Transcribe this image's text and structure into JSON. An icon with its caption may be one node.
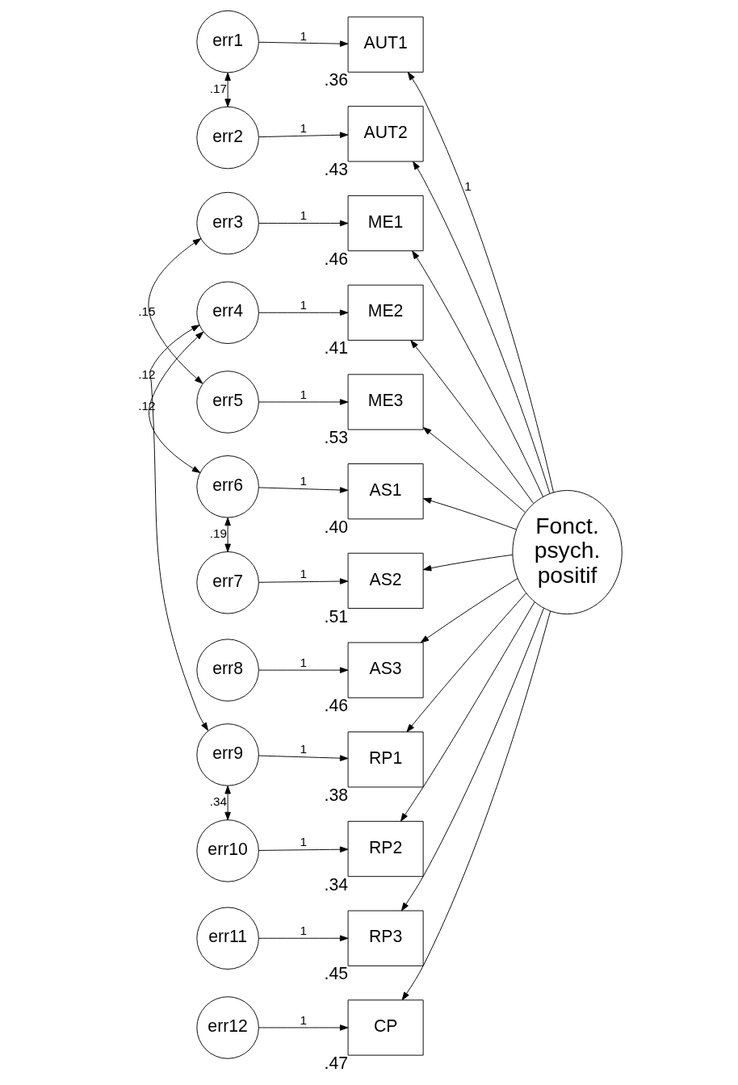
{
  "diagram": {
    "nodes": [
      {
        "text": [
          "err1"
        ]
      },
      {
        "text": [
          "AUT1"
        ],
        "beside": [
          ".36"
        ]
      },
      {
        "text": [
          "err2"
        ]
      },
      {
        "text": [
          "AUT2"
        ],
        "beside": [
          ".43"
        ]
      },
      {
        "text": [
          "err3"
        ]
      },
      {
        "text": [
          "ME1"
        ],
        "beside": [
          ".46"
        ]
      },
      {
        "text": [
          "err4"
        ]
      },
      {
        "text": [
          "ME2"
        ],
        "beside": [
          ".41"
        ]
      },
      {
        "text": [
          "err5"
        ]
      },
      {
        "text": [
          "ME3"
        ],
        "beside": [
          ".53"
        ]
      },
      {
        "text": [
          "err6"
        ]
      },
      {
        "text": [
          "AS1"
        ],
        "beside": [
          ".40"
        ]
      },
      {
        "text": [
          "err7"
        ]
      },
      {
        "text": [
          "AS2"
        ],
        "beside": [
          ".51"
        ]
      },
      {
        "text": [
          "err8"
        ]
      },
      {
        "text": [
          "AS3"
        ],
        "beside": [
          ".46"
        ]
      },
      {
        "text": [
          "err9"
        ]
      },
      {
        "text": [
          "RP1"
        ],
        "beside": [
          ".38"
        ]
      },
      {
        "text": [
          "err10"
        ]
      },
      {
        "text": [
          "RP2"
        ],
        "beside": [
          ".34"
        ]
      },
      {
        "text": [
          "err11"
        ]
      },
      {
        "text": [
          "RP3"
        ],
        "beside": [
          ".45"
        ]
      },
      {
        "text": [
          "err12"
        ]
      },
      {
        "text": [
          "CP"
        ],
        "beside": [
          ".47"
        ]
      },
      {
        "text": [
          "Fonct. psych. positif"
        ]
      }
    ],
    "edges": [
      {
        "from": 0,
        "to": 1,
        "arrow": "to",
        "label": "1"
      },
      {
        "from": 2,
        "to": 3,
        "arrow": "to",
        "label": "1"
      },
      {
        "from": 4,
        "to": 5,
        "arrow": "to",
        "label": "1"
      },
      {
        "from": 6,
        "to": 7,
        "arrow": "to",
        "label": "1"
      },
      {
        "from": 8,
        "to": 9,
        "arrow": "to",
        "label": "1"
      },
      {
        "from": 10,
        "to": 11,
        "arrow": "to",
        "label": "1"
      },
      {
        "from": 12,
        "to": 13,
        "arrow": "to",
        "label": "1"
      },
      {
        "from": 14,
        "to": 15,
        "arrow": "to",
        "label": "1"
      },
      {
        "from": 16,
        "to": 17,
        "arrow": "to",
        "label": "1"
      },
      {
        "from": 18,
        "to": 19,
        "arrow": "to",
        "label": "1"
      },
      {
        "from": 20,
        "to": 21,
        "arrow": "to",
        "label": "1"
      },
      {
        "from": 22,
        "to": 23,
        "arrow": "to",
        "label": "1"
      },
      {
        "from": 24,
        "to": 1,
        "arrow": "to",
        "label": "1"
      },
      {
        "from": 24,
        "to": 3,
        "arrow": "to"
      },
      {
        "from": 24,
        "to": 5,
        "arrow": "to"
      },
      {
        "from": 24,
        "to": 7,
        "arrow": "to"
      },
      {
        "from": 24,
        "to": 9,
        "arrow": "to"
      },
      {
        "from": 24,
        "to": 11,
        "arrow": "to"
      },
      {
        "from": 24,
        "to": 13,
        "arrow": "to"
      },
      {
        "from": 24,
        "to": 15,
        "arrow": "to"
      },
      {
        "from": 24,
        "to": 17,
        "arrow": "to"
      },
      {
        "from": 24,
        "to": 19,
        "arrow": "to"
      },
      {
        "from": 24,
        "to": 21,
        "arrow": "to"
      },
      {
        "from": 24,
        "to": 23,
        "arrow": "to"
      },
      {
        "from": 0,
        "to": 2,
        "arrow": "both",
        "label": ".17"
      },
      {
        "from": 4,
        "to": 8,
        "arrow": "both",
        "label": ".15"
      },
      {
        "from": 6,
        "to": 10,
        "arrow": "both",
        "label": ".12"
      },
      {
        "from": 6,
        "to": 16,
        "arrow": "both",
        "label": ".12"
      },
      {
        "from": 10,
        "to": 12,
        "arrow": "both",
        "label": ".19"
      },
      {
        "from": 16,
        "to": 18,
        "arrow": "both",
        "label": ".34"
      }
    ]
  }
}
